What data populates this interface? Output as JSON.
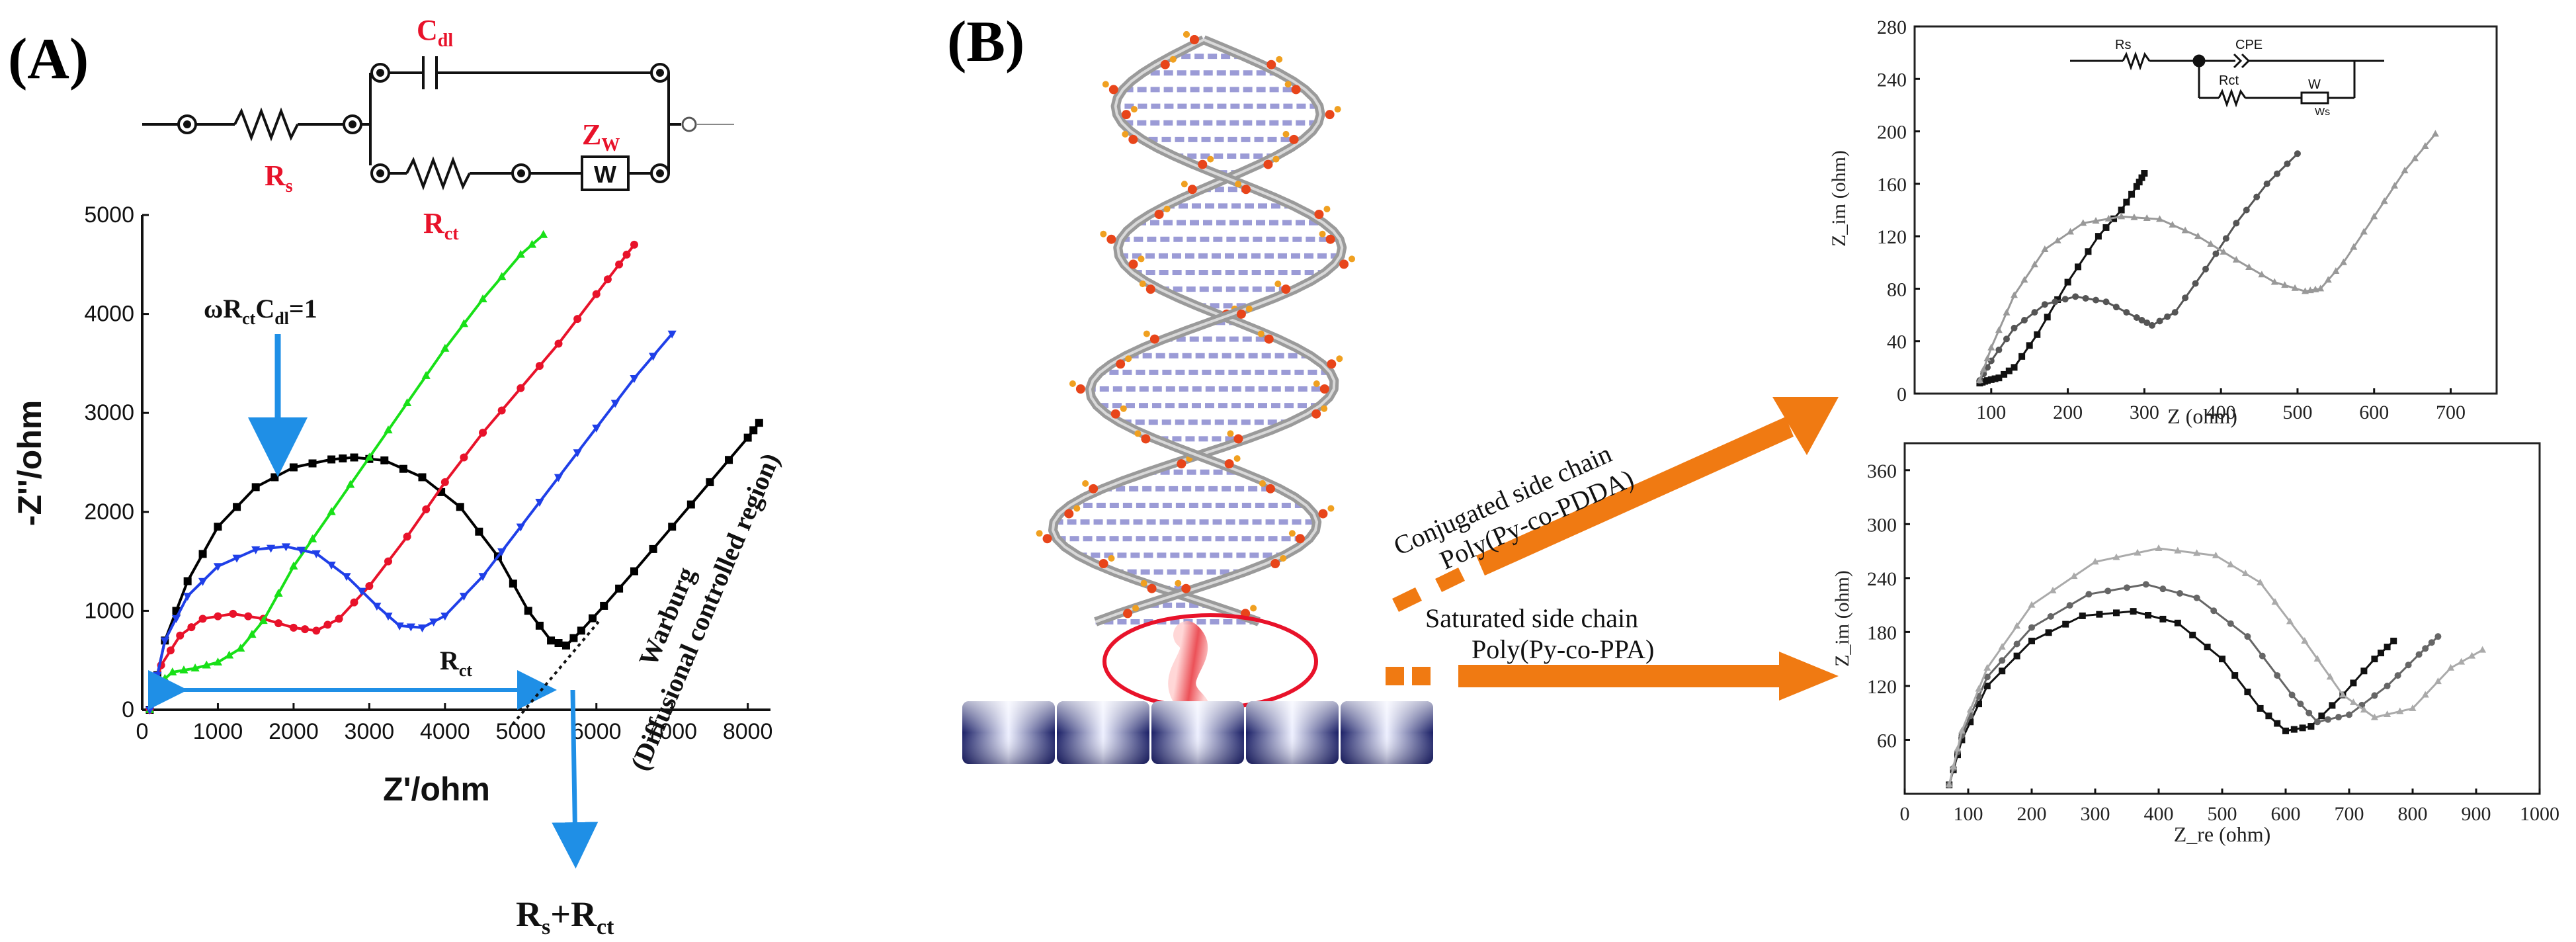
{
  "panel_a": {
    "label": "(A)",
    "circuit": {
      "rs": {
        "main": "R",
        "sub": "s"
      },
      "cdl": {
        "main": "C",
        "sub": "dl"
      },
      "rct": {
        "main": "R",
        "sub": "ct"
      },
      "zw": {
        "main": "Z",
        "sub": "W"
      },
      "w_box": "W"
    },
    "annotations": {
      "omega_pre": "ωR",
      "omega_sub1": "ct",
      "omega_mid": "C",
      "omega_sub2": "dl",
      "omega_post": "=1",
      "rct_main": "R",
      "rct_sub": "ct",
      "warburg_line1": "Warburg",
      "warburg_line2": "(Diffusional controlled region)",
      "sum_a": "R",
      "sum_a_sub": "s",
      "sum_plus": "+R",
      "sum_b_sub": "ct"
    },
    "colors": {
      "black": "#000000",
      "red": "#e8122a",
      "green": "#18e018",
      "blue": "#1f3fe8",
      "arrow": "#1f8fe6"
    }
  },
  "panel_b": {
    "label": "(B)",
    "arrow_upper": {
      "line1": "Conjugated side chain",
      "line2": "Poly(Py-co-PDDA)"
    },
    "arrow_lower": {
      "line1": "Saturated side chain",
      "line2": "Poly(Py-co-PPA)"
    },
    "inset_circuit": {
      "rs": "Rs",
      "cpe": "CPE",
      "rct": "Rct",
      "w": "W",
      "ws": "Ws"
    },
    "colors": {
      "orange": "#f07a12",
      "electrode": "#2a2f7a"
    }
  },
  "chart_data": [
    {
      "id": "panel-a-nyquist",
      "type": "line",
      "xlabel": "Z'/ohm",
      "ylabel": "-Z''/ohm",
      "xlim": [
        0,
        8300
      ],
      "ylim": [
        0,
        5000
      ],
      "xticks": [
        0,
        1000,
        2000,
        3000,
        4000,
        5000,
        6000,
        7000,
        8000
      ],
      "yticks": [
        0,
        1000,
        2000,
        3000,
        4000,
        5000
      ],
      "grid": false,
      "series": [
        {
          "color": "#000000",
          "marker": "square",
          "x": [
            100,
            300,
            600,
            1000,
            1500,
            2000,
            2500,
            2800,
            3200,
            3700,
            4200,
            4700,
            5100,
            5400,
            5600,
            5800,
            6100,
            6500,
            7000,
            7500,
            8000,
            8150
          ],
          "y": [
            0,
            700,
            1300,
            1850,
            2250,
            2450,
            2530,
            2550,
            2520,
            2350,
            2050,
            1550,
            1000,
            700,
            650,
            800,
            1050,
            1400,
            1850,
            2300,
            2750,
            2900
          ]
        },
        {
          "color": "#e8122a",
          "marker": "circle",
          "x": [
            100,
            250,
            500,
            800,
            1200,
            1600,
            2000,
            2300,
            2600,
            3000,
            3500,
            4000,
            4500,
            5000,
            5500,
            6000,
            6300,
            6500
          ],
          "y": [
            0,
            450,
            750,
            920,
            970,
            920,
            830,
            800,
            920,
            1250,
            1750,
            2300,
            2800,
            3250,
            3700,
            4200,
            4500,
            4700
          ]
        },
        {
          "color": "#18e018",
          "marker": "triangle-up",
          "x": [
            100,
            200,
            400,
            700,
            1000,
            1300,
            1600,
            2000,
            2500,
            3000,
            3500,
            4000,
            4500,
            5000,
            5300
          ],
          "y": [
            0,
            250,
            380,
            420,
            480,
            620,
            900,
            1450,
            2000,
            2550,
            3100,
            3650,
            4150,
            4600,
            4800
          ]
        },
        {
          "color": "#1f3fe8",
          "marker": "triangle-down",
          "x": [
            100,
            300,
            600,
            1000,
            1500,
            1900,
            2300,
            2700,
            3100,
            3400,
            3700,
            4000,
            4500,
            5000,
            5500,
            6000,
            6500,
            7000
          ],
          "y": [
            0,
            700,
            1150,
            1450,
            1620,
            1650,
            1580,
            1350,
            1050,
            850,
            830,
            950,
            1350,
            1850,
            2350,
            2850,
            3350,
            3800
          ]
        }
      ]
    },
    {
      "id": "panel-b-top",
      "type": "line",
      "xlabel": "Z  (ohm)",
      "ylabel": "Z_im (ohm)",
      "xlim": [
        0,
        760
      ],
      "ylim": [
        0,
        280
      ],
      "xticks": [
        100,
        200,
        300,
        400,
        500,
        600,
        700
      ],
      "yticks": [
        0,
        40,
        80,
        120,
        160,
        200,
        240,
        280
      ],
      "grid": false,
      "series": [
        {
          "color": "#111111",
          "marker": "square",
          "x": [
            85,
            95,
            110,
            130,
            160,
            200,
            240,
            270,
            290,
            300
          ],
          "y": [
            8,
            10,
            12,
            20,
            45,
            85,
            120,
            140,
            158,
            168
          ]
        },
        {
          "color": "#555555",
          "marker": "circle",
          "x": [
            85,
            100,
            130,
            170,
            210,
            250,
            290,
            310,
            340,
            380,
            420,
            460,
            500
          ],
          "y": [
            10,
            25,
            50,
            68,
            74,
            70,
            58,
            52,
            62,
            95,
            130,
            160,
            183
          ]
        },
        {
          "color": "#999999",
          "marker": "triangle-up",
          "x": [
            85,
            100,
            130,
            170,
            220,
            270,
            320,
            370,
            420,
            470,
            510,
            530,
            560,
            600,
            640,
            680
          ],
          "y": [
            10,
            35,
            75,
            110,
            130,
            135,
            133,
            120,
            102,
            85,
            78,
            80,
            100,
            135,
            170,
            198
          ]
        }
      ]
    },
    {
      "id": "panel-b-bottom",
      "type": "line",
      "xlabel": "Z_re (ohm)",
      "ylabel": "Z_im (ohm)",
      "xlim": [
        0,
        1000
      ],
      "ylim": [
        0,
        390
      ],
      "xticks": [
        0,
        100,
        200,
        300,
        400,
        500,
        600,
        700,
        800,
        900,
        1000
      ],
      "yticks": [
        60,
        120,
        180,
        240,
        300,
        360
      ],
      "grid": false,
      "series": [
        {
          "color": "#111111",
          "marker": "square",
          "x": [
            70,
            90,
            130,
            200,
            280,
            360,
            430,
            500,
            560,
            600,
            640,
            690,
            740,
            770
          ],
          "y": [
            10,
            60,
            120,
            170,
            198,
            203,
            190,
            150,
            95,
            70,
            75,
            110,
            150,
            170
          ]
        },
        {
          "color": "#666666",
          "marker": "circle",
          "x": [
            70,
            90,
            130,
            200,
            290,
            380,
            460,
            540,
            610,
            650,
            700,
            760,
            810,
            840
          ],
          "y": [
            10,
            65,
            130,
            185,
            222,
            233,
            218,
            175,
            110,
            80,
            88,
            120,
            155,
            175
          ]
        },
        {
          "color": "#aaaaaa",
          "marker": "triangle-up",
          "x": [
            70,
            90,
            130,
            200,
            300,
            400,
            490,
            560,
            630,
            690,
            740,
            800,
            860,
            910
          ],
          "y": [
            10,
            70,
            140,
            210,
            258,
            273,
            265,
            235,
            170,
            110,
            85,
            95,
            140,
            160
          ]
        }
      ]
    }
  ]
}
